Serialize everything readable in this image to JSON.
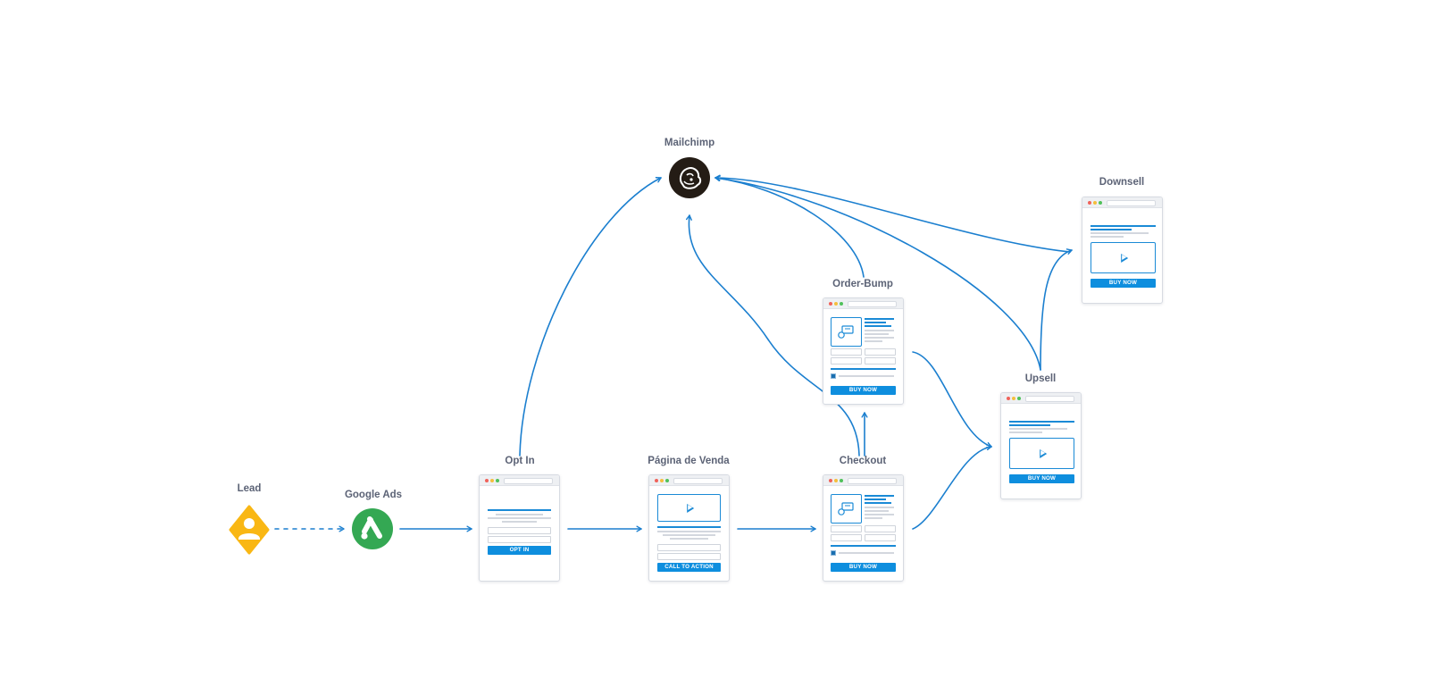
{
  "colors": {
    "edge": "#1b7fcf",
    "button": "#0e8ede",
    "lead": "#f9b714",
    "google_ads": "#34a853",
    "mailchimp": "#241c15"
  },
  "nodes": {
    "lead": {
      "label": "Lead",
      "icon": "person-icon"
    },
    "google_ads": {
      "label": "Google Ads",
      "icon": "google-ads-icon"
    },
    "mailchimp": {
      "label": "Mailchimp",
      "icon": "mailchimp-icon"
    },
    "opt_in": {
      "label": "Opt In",
      "button": "OPT IN"
    },
    "sales_page": {
      "label": "Página de Venda",
      "button": "CALL TO ACTION"
    },
    "checkout": {
      "label": "Checkout",
      "button": "BUY NOW"
    },
    "order_bump": {
      "label": "Order-Bump",
      "button": "BUY NOW"
    },
    "upsell": {
      "label": "Upsell",
      "button": "BUY NOW"
    },
    "downsell": {
      "label": "Downsell",
      "button": "BUY NOW"
    }
  },
  "edges": [
    {
      "from": "lead",
      "to": "google_ads",
      "style": "dashed"
    },
    {
      "from": "google_ads",
      "to": "opt_in",
      "style": "solid"
    },
    {
      "from": "opt_in",
      "to": "sales_page",
      "style": "solid"
    },
    {
      "from": "sales_page",
      "to": "checkout",
      "style": "solid"
    },
    {
      "from": "opt_in",
      "to": "mailchimp",
      "style": "solid"
    },
    {
      "from": "checkout",
      "to": "mailchimp",
      "style": "solid"
    },
    {
      "from": "checkout",
      "to": "order_bump",
      "style": "solid"
    },
    {
      "from": "checkout",
      "to": "upsell",
      "style": "solid"
    },
    {
      "from": "order_bump",
      "to": "upsell",
      "style": "solid"
    },
    {
      "from": "order_bump",
      "to": "mailchimp",
      "style": "solid"
    },
    {
      "from": "upsell",
      "to": "mailchimp",
      "style": "solid"
    },
    {
      "from": "downsell",
      "to": "mailchimp",
      "style": "solid"
    },
    {
      "from": "upsell",
      "to": "downsell",
      "style": "solid"
    }
  ]
}
